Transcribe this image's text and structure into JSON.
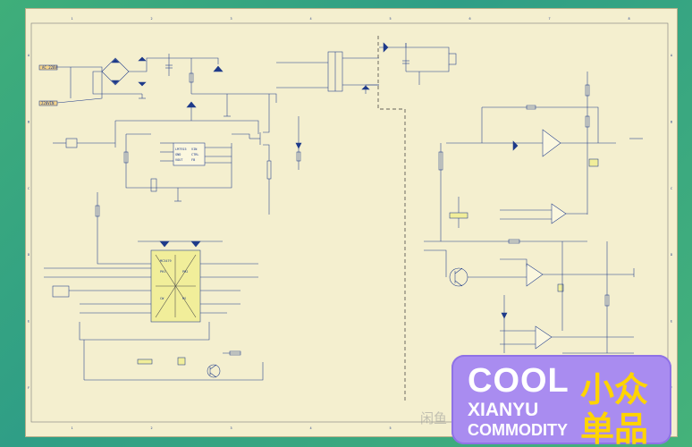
{
  "badge": {
    "word_cool": "COOL",
    "word_xianyu": "XIANYU",
    "word_commodity": "COMMODITY",
    "cn_line1": "小众",
    "cn_line2": "单品"
  },
  "watermark": {
    "text": "闲鱼"
  },
  "colors": {
    "sheet": "#f4efcf",
    "ink": "#1e3a8a",
    "badge": "#a98cf0",
    "cn_text": "#ffd400"
  },
  "border_columns": [
    "1",
    "2",
    "3",
    "4",
    "5",
    "6",
    "7",
    "8"
  ],
  "border_rows": [
    "A",
    "B",
    "C",
    "D",
    "E",
    "F"
  ],
  "ic_labels": {
    "top_ic": [
      "LM7915",
      "GND",
      "VOUT",
      "VIN",
      "CTRL",
      "FB"
    ],
    "bottom_ic": [
      "MC3479",
      "PH1",
      "PH2",
      "CW",
      "HS"
    ]
  },
  "net_labels": {
    "in1": "AC 220V",
    "in2": "220VIN"
  }
}
